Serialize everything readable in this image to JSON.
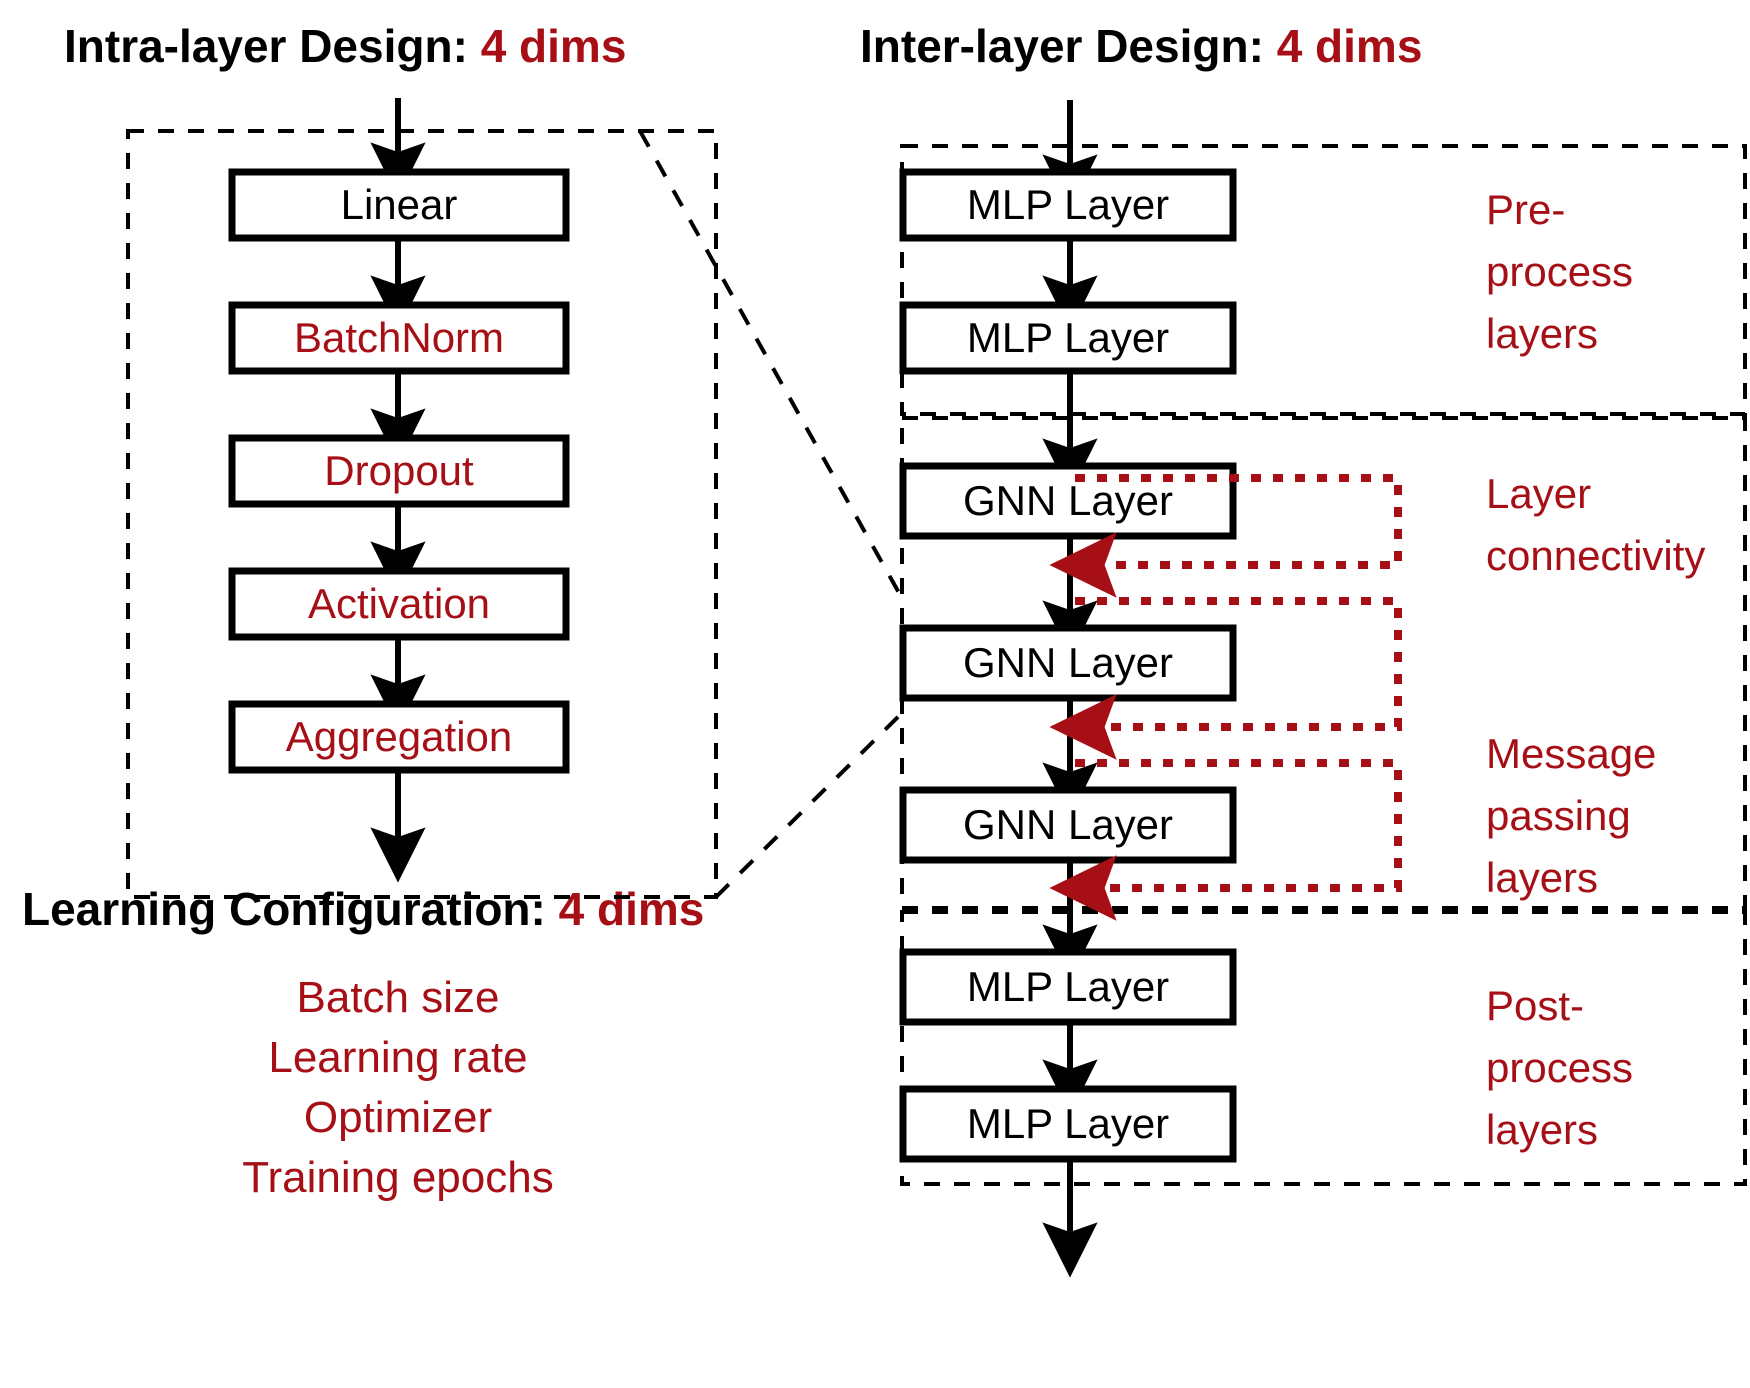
{
  "headings": {
    "intra": {
      "black": "Intra-layer Design: ",
      "red": "4 dims"
    },
    "inter": {
      "black": "Inter-layer Design: ",
      "red": "4 dims"
    },
    "learning": {
      "black": "Learning Configuration: ",
      "red": "4 dims"
    }
  },
  "intra_layer": {
    "boxes": [
      {
        "label": "Linear",
        "color": "#000000"
      },
      {
        "label": "BatchNorm",
        "color": "#A60F15"
      },
      {
        "label": "Dropout",
        "color": "#A60F15"
      },
      {
        "label": "Activation",
        "color": "#A60F15"
      },
      {
        "label": "Aggregation",
        "color": "#A60F15"
      }
    ]
  },
  "learning_config": {
    "items": [
      "Batch size",
      "Learning rate",
      "Optimizer",
      "Training epochs"
    ]
  },
  "inter_layer": {
    "groups": [
      {
        "name": "pre-process",
        "caption_lines": [
          "Pre-",
          "process",
          "layers"
        ],
        "boxes": [
          "MLP Layer",
          "MLP Layer"
        ]
      },
      {
        "name": "layer-connectivity",
        "caption_lines": [
          "Layer",
          "connectivity"
        ],
        "boxes": [
          "GNN Layer"
        ]
      },
      {
        "name": "message-passing",
        "caption_lines": [
          "Message",
          "passing",
          "layers"
        ],
        "boxes": [
          "GNN Layer",
          "GNN Layer"
        ]
      },
      {
        "name": "post-process",
        "caption_lines": [
          "Post-",
          "process",
          "layers"
        ],
        "boxes": [
          "MLP Layer",
          "MLP Layer"
        ]
      }
    ],
    "skip_connection_count": 3
  },
  "colors": {
    "accent_red": "#A60F15",
    "outline": "#000000",
    "background": "#FFFFFF"
  }
}
